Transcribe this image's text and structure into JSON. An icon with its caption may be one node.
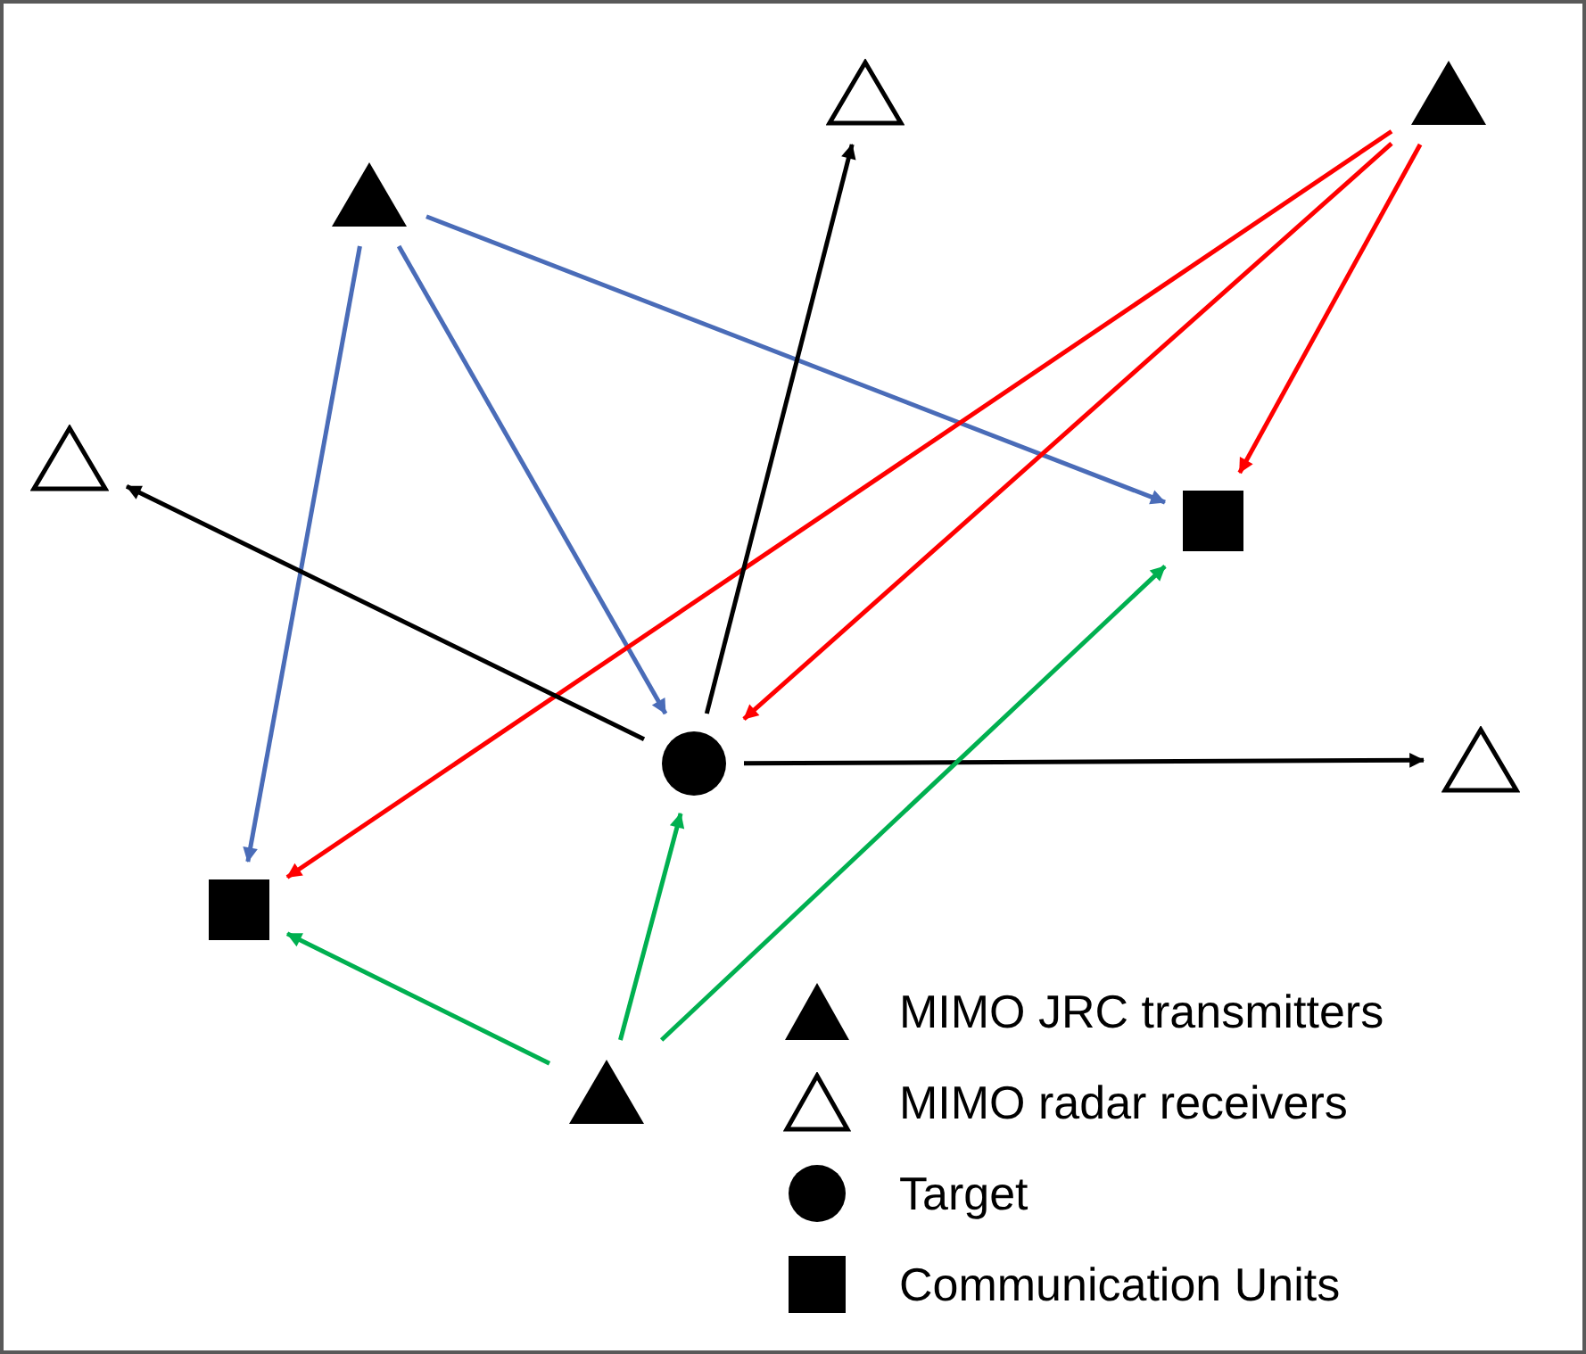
{
  "diagram": {
    "nodes": [
      {
        "text": [],
        "shape": "triangle"
      },
      {
        "text": [],
        "shape": "hollow-triangle"
      },
      {
        "text": [],
        "shape": "triangle"
      },
      {
        "text": [],
        "shape": "hollow-triangle"
      },
      {
        "text": [],
        "shape": "square"
      },
      {
        "text": [],
        "shape": "circle"
      },
      {
        "text": [],
        "shape": "hollow-triangle"
      },
      {
        "text": [],
        "shape": "square"
      },
      {
        "text": [],
        "shape": "triangle"
      }
    ],
    "edges": [
      {
        "from": 0,
        "to": 7,
        "arrow": "to",
        "color": "#4a6cb8"
      },
      {
        "from": 0,
        "to": 5,
        "arrow": "to",
        "color": "#4a6cb8"
      },
      {
        "from": 0,
        "to": 4,
        "arrow": "to",
        "color": "#4a6cb8"
      },
      {
        "from": 2,
        "to": 7,
        "arrow": "to",
        "color": "#ff0000"
      },
      {
        "from": 2,
        "to": 5,
        "arrow": "to",
        "color": "#ff0000"
      },
      {
        "from": 2,
        "to": 4,
        "arrow": "to",
        "color": "#ff0000"
      },
      {
        "from": 5,
        "to": 1,
        "arrow": "to",
        "color": "#000000"
      },
      {
        "from": 5,
        "to": 3,
        "arrow": "to",
        "color": "#000000"
      },
      {
        "from": 5,
        "to": 6,
        "arrow": "to",
        "color": "#000000"
      },
      {
        "from": 8,
        "to": 7,
        "arrow": "to",
        "color": "#00b050"
      },
      {
        "from": 8,
        "to": 5,
        "arrow": "to",
        "color": "#00b050"
      },
      {
        "from": 8,
        "to": 4,
        "arrow": "to",
        "color": "#00b050"
      }
    ],
    "legend": [
      {
        "text": "MIMO JRC transmitters"
      },
      {
        "text": "MIMO radar receivers"
      },
      {
        "text": "Target"
      },
      {
        "text": "Communication Units"
      }
    ]
  }
}
